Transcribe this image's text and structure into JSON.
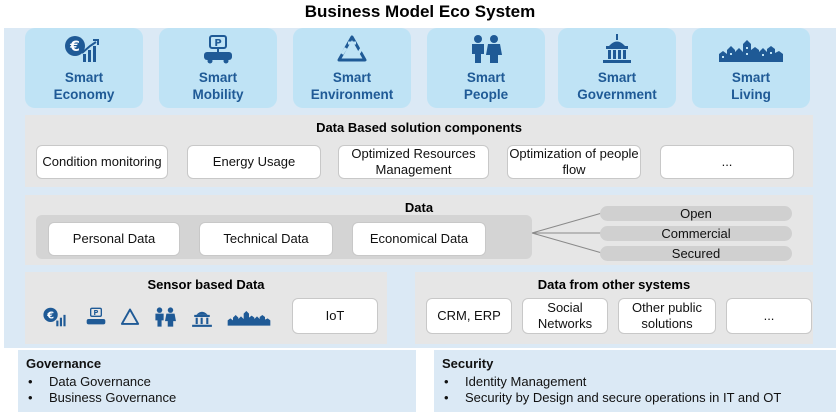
{
  "title": "Business Model Eco System",
  "smart_domains": [
    {
      "icon": "euro-growth-icon",
      "line1": "Smart",
      "line2": "Economy"
    },
    {
      "icon": "parking-car-icon",
      "line1": "Smart",
      "line2": "Mobility"
    },
    {
      "icon": "recycle-icon",
      "line1": "Smart",
      "line2": "Environment"
    },
    {
      "icon": "people-icon",
      "line1": "Smart",
      "line2": "People"
    },
    {
      "icon": "government-building-icon",
      "line1": "Smart",
      "line2": "Government"
    },
    {
      "icon": "city-skyline-icon",
      "line1": "Smart",
      "line2": "Living"
    }
  ],
  "solution_components": {
    "title": "Data Based solution components",
    "items": [
      "Condition monitoring",
      "Energy Usage",
      "Optimized Resources Management",
      "Optimization of people flow",
      "..."
    ]
  },
  "data_section": {
    "title": "Data",
    "items": [
      "Personal Data",
      "Technical Data",
      "Economical Data"
    ],
    "categories": [
      "Open",
      "Commercial",
      "Secured"
    ]
  },
  "sensor_data": {
    "title": "Sensor based Data",
    "iot_label": "IoT"
  },
  "other_systems": {
    "title": "Data from other systems",
    "items": [
      "CRM, ERP",
      "Social Networks",
      "Other public solutions",
      "..."
    ]
  },
  "governance": {
    "title": "Governance",
    "items": [
      "Data Governance",
      "Business Governance"
    ]
  },
  "security": {
    "title": "Security",
    "items": [
      "Identity Management",
      "Security by Design and secure operations in IT and OT"
    ]
  },
  "colors": {
    "frame": "#dbe9f5",
    "tile": "#bfe3f5",
    "tile_text": "#1f5a96",
    "panel": "#e6e6e6",
    "pill": "#d0d0d0"
  }
}
